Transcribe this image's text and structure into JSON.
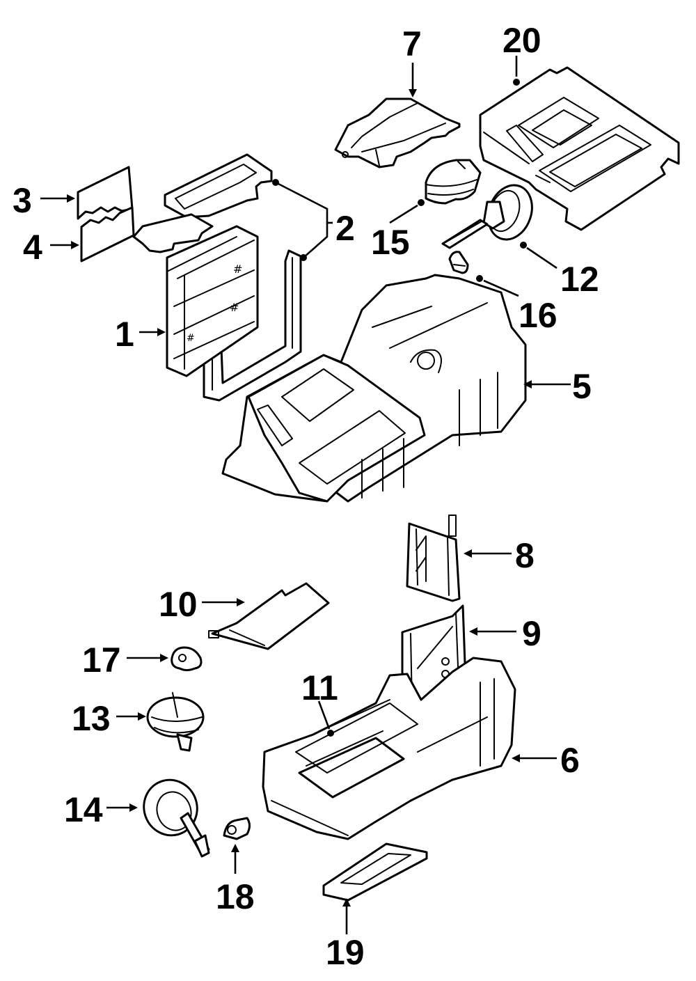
{
  "diagram": {
    "type": "exploded-parts-diagram",
    "colors": {
      "line": "#000000",
      "background": "#ffffff"
    },
    "callouts": [
      {
        "id": "1",
        "label": "1"
      },
      {
        "id": "2",
        "label": "2"
      },
      {
        "id": "3",
        "label": "3"
      },
      {
        "id": "4",
        "label": "4"
      },
      {
        "id": "5",
        "label": "5"
      },
      {
        "id": "6",
        "label": "6"
      },
      {
        "id": "7",
        "label": "7"
      },
      {
        "id": "8",
        "label": "8"
      },
      {
        "id": "9",
        "label": "9"
      },
      {
        "id": "10",
        "label": "10"
      },
      {
        "id": "11",
        "label": "11"
      },
      {
        "id": "12",
        "label": "12"
      },
      {
        "id": "13",
        "label": "13"
      },
      {
        "id": "14",
        "label": "14"
      },
      {
        "id": "15",
        "label": "15"
      },
      {
        "id": "16",
        "label": "16"
      },
      {
        "id": "17",
        "label": "17"
      },
      {
        "id": "18",
        "label": "18"
      },
      {
        "id": "19",
        "label": "19"
      },
      {
        "id": "20",
        "label": "20"
      }
    ]
  }
}
